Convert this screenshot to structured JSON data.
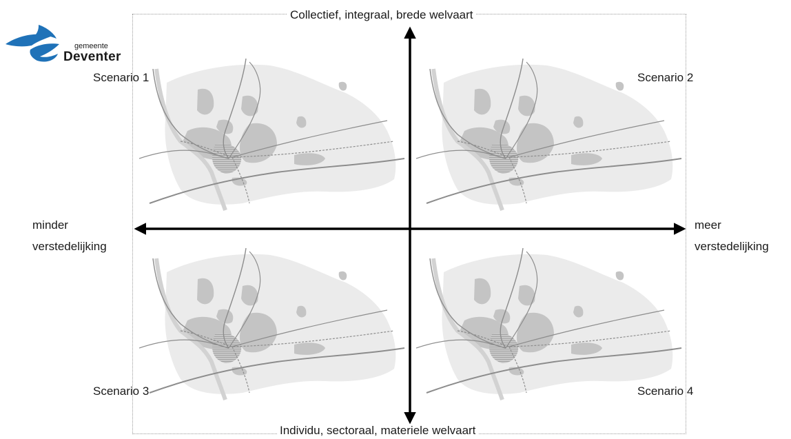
{
  "logo": {
    "small_text": "gemeente",
    "name": "Deventer",
    "brand_color": "#1f72b8"
  },
  "axis": {
    "top": "Collectief, integraal, brede welvaart",
    "bottom": "Individu, sectoraal, materiele welvaart",
    "left_line1": "minder",
    "left_line2": "verstedelijking",
    "right_line1": "meer",
    "right_line2": "verstedelijking"
  },
  "scenarios": [
    {
      "label": "Scenario 1"
    },
    {
      "label": "Scenario 2"
    },
    {
      "label": "Scenario 3"
    },
    {
      "label": "Scenario 4"
    }
  ],
  "colors": {
    "map_light": "#e6e6e6",
    "map_mid": "#c2c2c2",
    "map_line": "#8c8c8c",
    "axis": "#000000"
  }
}
